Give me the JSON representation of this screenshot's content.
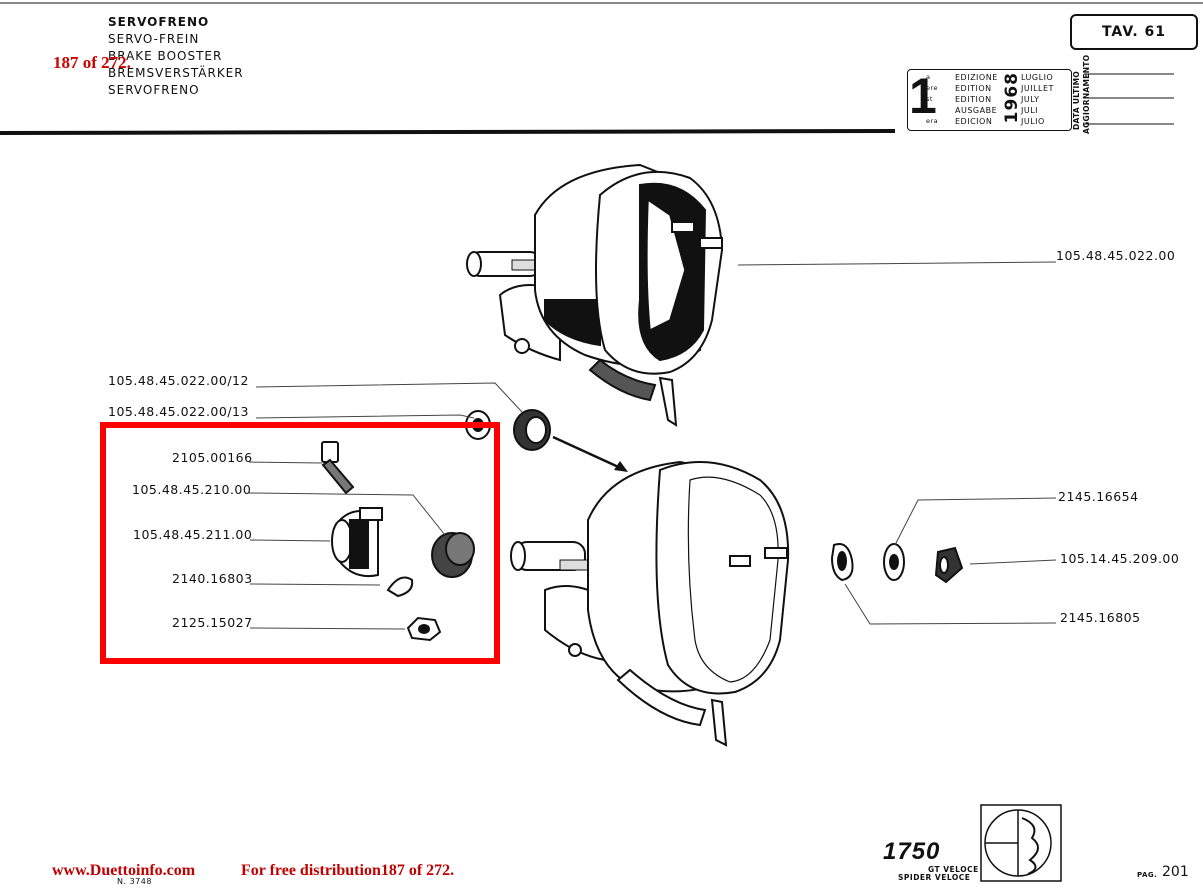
{
  "header": {
    "titles": [
      "SERVOFRENO",
      "SERVO-FREIN",
      "BRAKE BOOSTER",
      "BREMSVERSTÄRKER",
      "SERVOFRENO"
    ],
    "page_overlay": "187 of 272.",
    "tav": "TAV. 61"
  },
  "edition": {
    "big_number": "1",
    "suffixes": [
      "a",
      "ere",
      "st",
      ".",
      "era"
    ],
    "words": [
      "EDIZIONE",
      "EDITION",
      "EDITION",
      "AUSGABE",
      "EDICION"
    ],
    "year": "1968",
    "months": [
      "LUGLIO",
      "JUILLET",
      "JULY",
      "JULI",
      "JULIO"
    ],
    "side_label_1": "DATA ULTIMO",
    "side_label_2": "AGGIORNAMENTO"
  },
  "parts": {
    "booster_top": "105.48.45.022.00",
    "p12": "105.48.45.022.00/12",
    "p13": "105.48.45.022.00/13",
    "bolt": "2105.00166",
    "p210": "105.48.45.210.00",
    "clamp": "105.48.45.211.00",
    "washer_small": "2140.16803",
    "nut_small": "2125.15027",
    "washer_flat": "2145.16654",
    "nut_right": "105.14.45.209.00",
    "lock_washer": "2145.16805"
  },
  "footer": {
    "site": "www.Duettoinfo.com",
    "distribution": "For free distribution187 of 272.",
    "doc_number": "N. 3748",
    "model_number": "1750",
    "model_line1": "GT VELOCE",
    "model_line2": "SPIDER VELOCE",
    "pag_label": "PAG.",
    "pag_number": "201"
  },
  "colors": {
    "highlight": "#ff0000",
    "overlay_text": "#d00000"
  }
}
